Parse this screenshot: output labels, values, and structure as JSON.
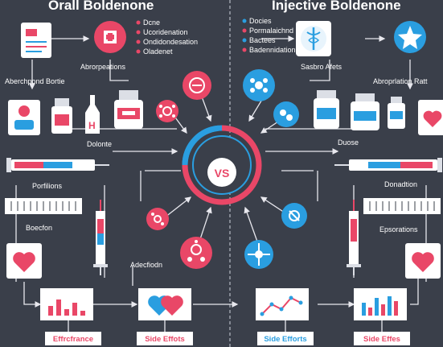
{
  "left": {
    "title": "Orall Boldenone",
    "bullets": [
      "Dcne",
      "Ucoridenation",
      "Ondidondesation",
      "Oladenet"
    ],
    "icon_caption": "Abrorpeations",
    "side_label": "Aberchpond Bortie",
    "dose_label": "Dolonte",
    "bar_label": "Porfilions",
    "bar2_label": "Boecfon",
    "adv_label": "Adecfiodn",
    "bottom_buttons": [
      "Effrcfrance",
      "Side Effots"
    ]
  },
  "right": {
    "title": "Injective Boldenone",
    "bullets": [
      "Docies",
      "Pormalaichnd",
      "Bactees",
      "Badennidation"
    ],
    "icon_caption": "Sasbro Afets",
    "side_label": "Abroprlation Ratt",
    "dose_label": "Duose",
    "bar_label": "Donadtion",
    "bar2_label": "Epsorations",
    "bottom_buttons": [
      "Side Efforts",
      "Side Effes"
    ]
  },
  "center": {
    "vs_label": "VS"
  },
  "colors": {
    "pink": "#e94767",
    "blue": "#2a9ee0",
    "bg": "#3a3f4a"
  },
  "icons": [
    "document-icon",
    "medical-cross-icon",
    "star-icon",
    "caduceus-icon",
    "pill-bottle-icon",
    "syringe-icon",
    "heart-icon",
    "bar-chart-icon",
    "line-chart-icon",
    "molecule-icon"
  ]
}
